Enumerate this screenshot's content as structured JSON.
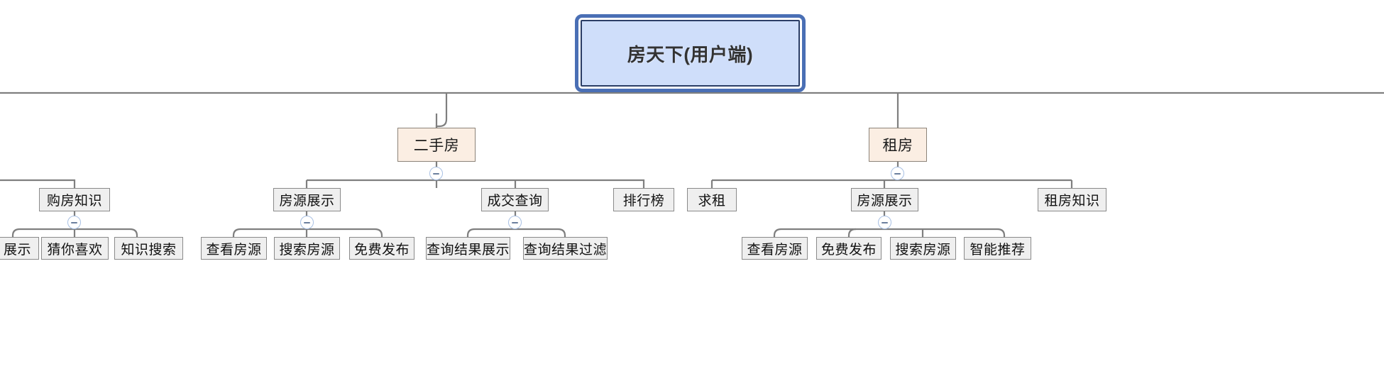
{
  "diagram": {
    "type": "mindmap-tree",
    "title_text": "房天下(用户端)",
    "colors": {
      "root_fill": "#cfdefa",
      "root_outline": "#4a6fb5",
      "root_inner_border": "#2c3e66",
      "level1_fill": "#fbeee3",
      "level1_border": "#8c8378",
      "node_fill": "#efefef",
      "node_border": "#8a8a8a",
      "connector": "#7f7f7f",
      "toggle_border": "#a8c0e4",
      "toggle_glyph": "#6b7f9e"
    },
    "toggle_icon": "minus-circle-icon",
    "root": {
      "label": "房天下(用户端)"
    },
    "level1": [
      {
        "label": "二手房"
      },
      {
        "label": "租房"
      }
    ],
    "level2": [
      {
        "label": "购房知识"
      },
      {
        "label": "房源展示"
      },
      {
        "label": "成交查询"
      },
      {
        "label": "排行榜"
      },
      {
        "label": "求租"
      },
      {
        "label": "房源展示"
      },
      {
        "label": "租房知识"
      }
    ],
    "level3": [
      {
        "label": "展示"
      },
      {
        "label": "猜你喜欢"
      },
      {
        "label": "知识搜索"
      },
      {
        "label": "查看房源"
      },
      {
        "label": "搜索房源"
      },
      {
        "label": "免费发布"
      },
      {
        "label": "查询结果展示"
      },
      {
        "label": "查询结果过滤"
      },
      {
        "label": "查看房源"
      },
      {
        "label": "免费发布"
      },
      {
        "label": "搜索房源"
      },
      {
        "label": "智能推荐"
      }
    ]
  }
}
